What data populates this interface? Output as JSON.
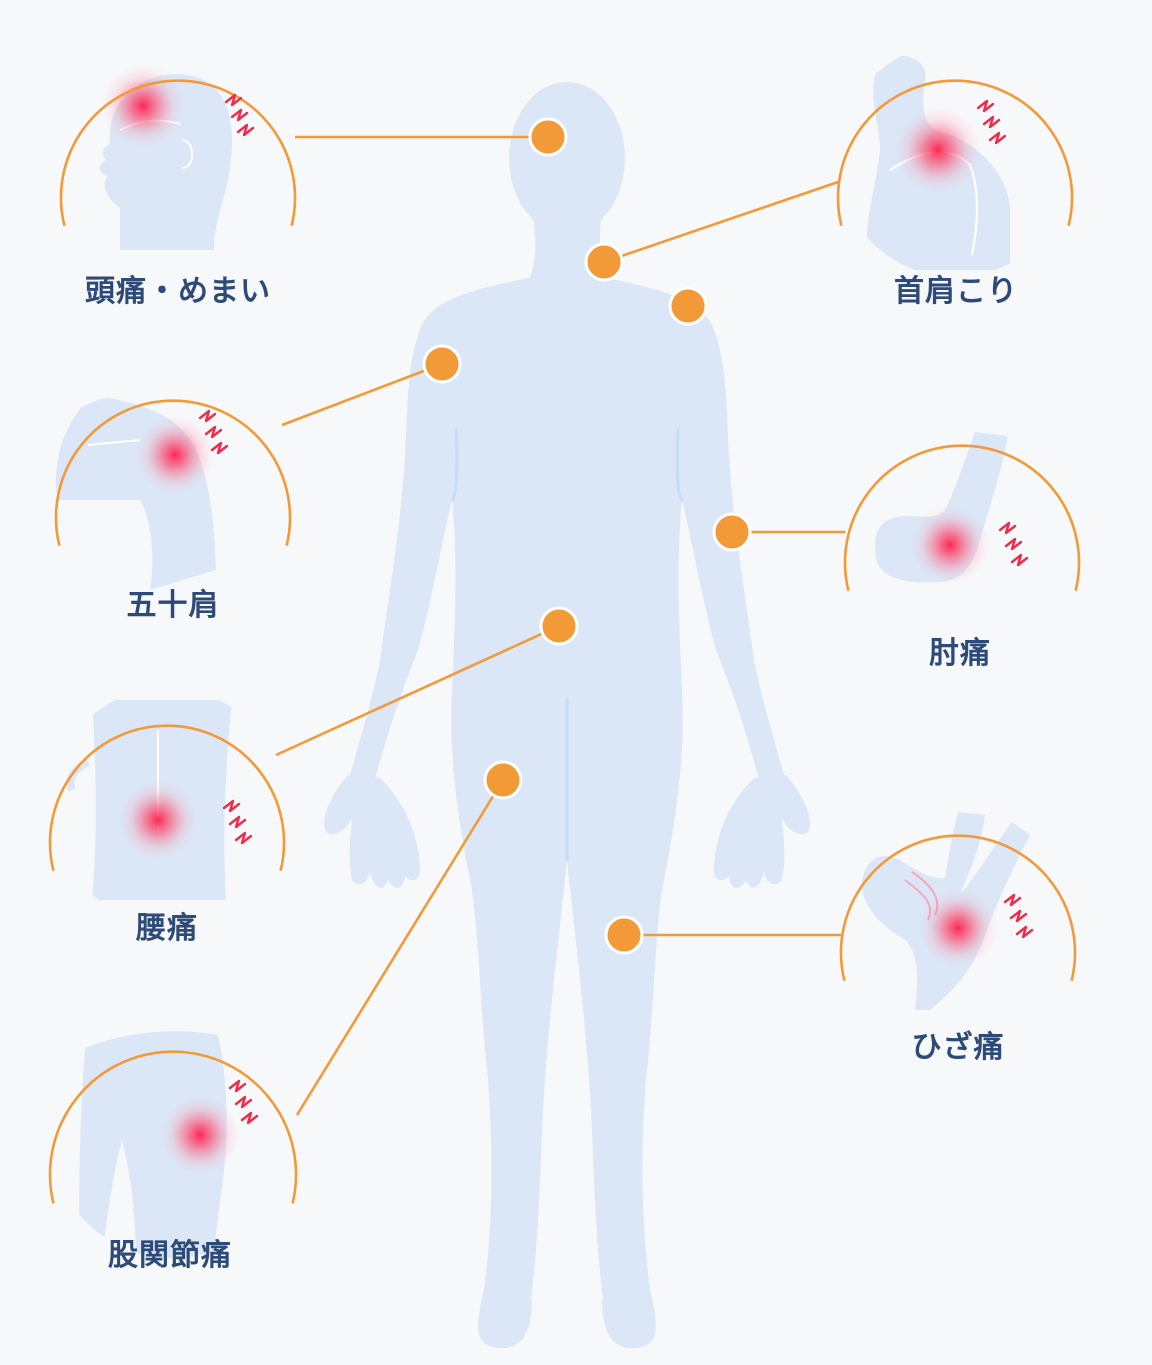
{
  "colors": {
    "background": "#f7f8fa",
    "body": "#dbe7f7",
    "body_detail": "#c9dcf2",
    "accent_orange": "#f29a38",
    "pain_red": "#ee2b4a",
    "label_text": "#2d4a78"
  },
  "labels": {
    "headache": "頭痛・めまい",
    "stiff_neck": "首肩こり",
    "frozen_shoulder": "五十肩",
    "elbow_pain": "肘痛",
    "lower_back_pain": "腰痛",
    "knee_pain": "ひざ痛",
    "hip_joint_pain": "股関節痛"
  },
  "icons": {
    "body": "human-body-silhouette",
    "pain_spark": "lightning-bolt-icon",
    "pain_glow": "red-glow"
  }
}
